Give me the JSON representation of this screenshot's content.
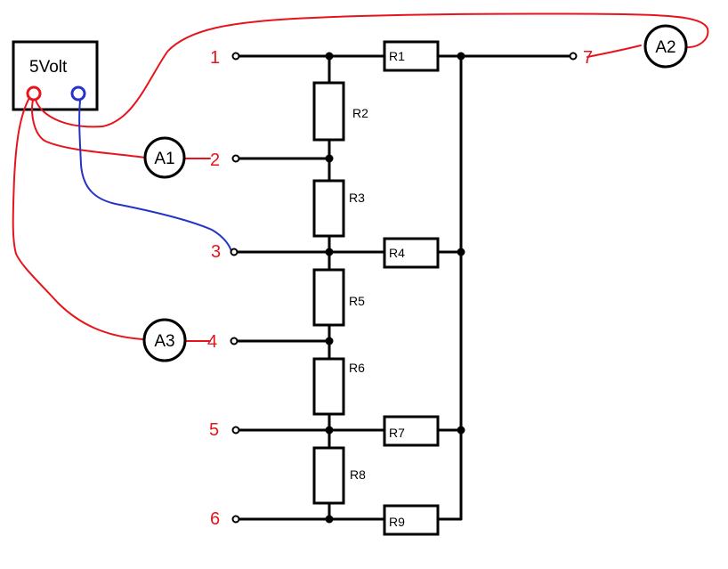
{
  "source": {
    "label": "5Volt"
  },
  "terminals": [
    "1",
    "2",
    "3",
    "4",
    "5",
    "6",
    "7"
  ],
  "resistors": [
    "R1",
    "R2",
    "R3",
    "R4",
    "R5",
    "R6",
    "R7",
    "R8",
    "R9"
  ],
  "meters": [
    "A1",
    "A2",
    "A3"
  ],
  "colors": {
    "positive_wire": "#e8141c",
    "negative_wire": "#2533c8",
    "circuit": "#000000"
  }
}
